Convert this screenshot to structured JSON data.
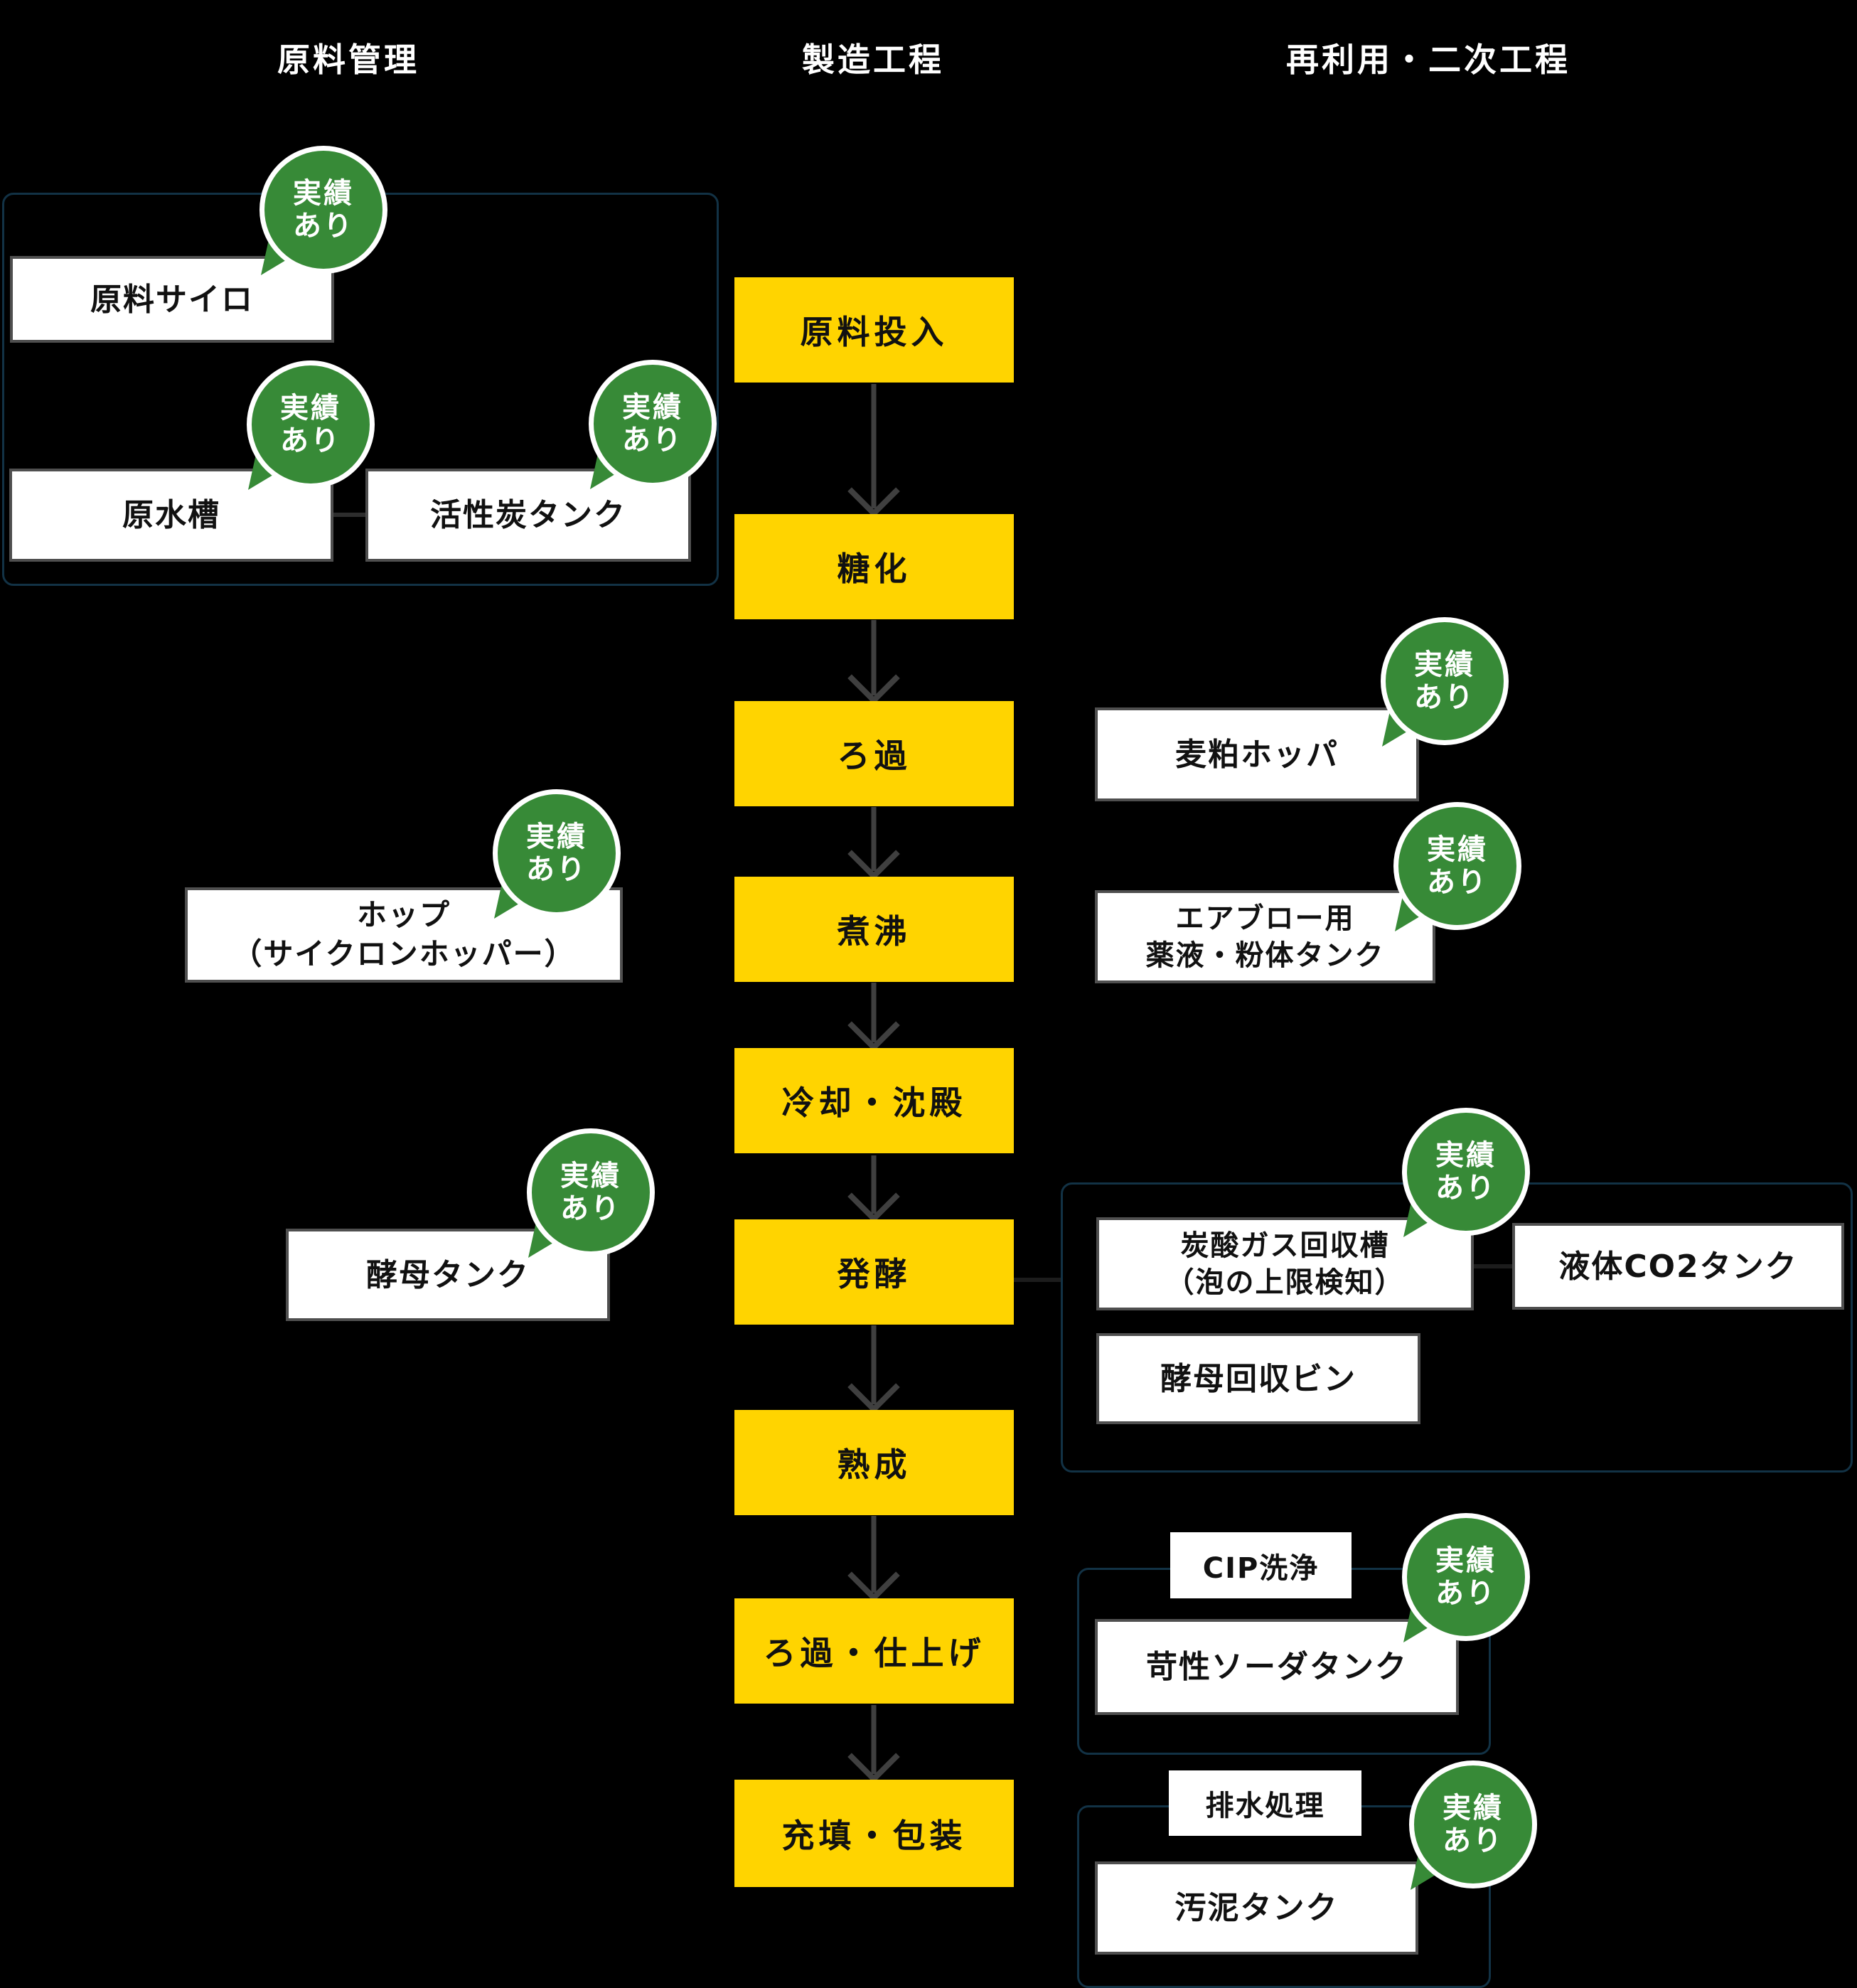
{
  "page": {
    "background": "#000000",
    "accent_yellow": "#FFD400",
    "badge_green": "#378A37",
    "group_border_navy": "#123245",
    "box_border_gray": "#4f4f4f",
    "arrow_gray": "#3f3f3f",
    "box_text_color": "#111111",
    "header_text_color": "#ffffff"
  },
  "headers": [
    {
      "label": "原料管理"
    },
    {
      "label": "製造工程"
    },
    {
      "label": "再利用・二次工程"
    }
  ],
  "steps": [
    "原料投入",
    "糖化",
    "ろ過",
    "煮沸",
    "冷却・沈殿",
    "発酵",
    "熟成",
    "ろ過・仕上げ",
    "充填・包装"
  ],
  "left": {
    "silo": {
      "label": "原料サイロ"
    },
    "raw_water": {
      "label": "原水槽"
    },
    "activated_carbon": {
      "label": "活性炭タンク"
    },
    "hop": {
      "line1": "ホップ",
      "line2": "（サイクロンホッパー）"
    },
    "yeast_tank": {
      "label": "酵母タンク"
    }
  },
  "right": {
    "malt_lees_hopper": {
      "label": "麦粕ホッパ"
    },
    "airblow": {
      "line1": "エアブロー用",
      "line2": "薬液・粉体タンク"
    },
    "co2_recovery": {
      "line1": "炭酸ガス回収槽",
      "line2": "（泡の上限検知）"
    },
    "liquid_co2": {
      "label": "液体CO2タンク"
    },
    "yeast_bin": {
      "label": "酵母回収ビン"
    },
    "cip_label": "CIP洗浄",
    "caustic_soda": {
      "label": "苛性ソーダタンク"
    },
    "drain_label": "排水処理",
    "sludge": {
      "label": "汚泥タンク"
    }
  },
  "badge": {
    "line1": "実績",
    "line2": "あり"
  }
}
